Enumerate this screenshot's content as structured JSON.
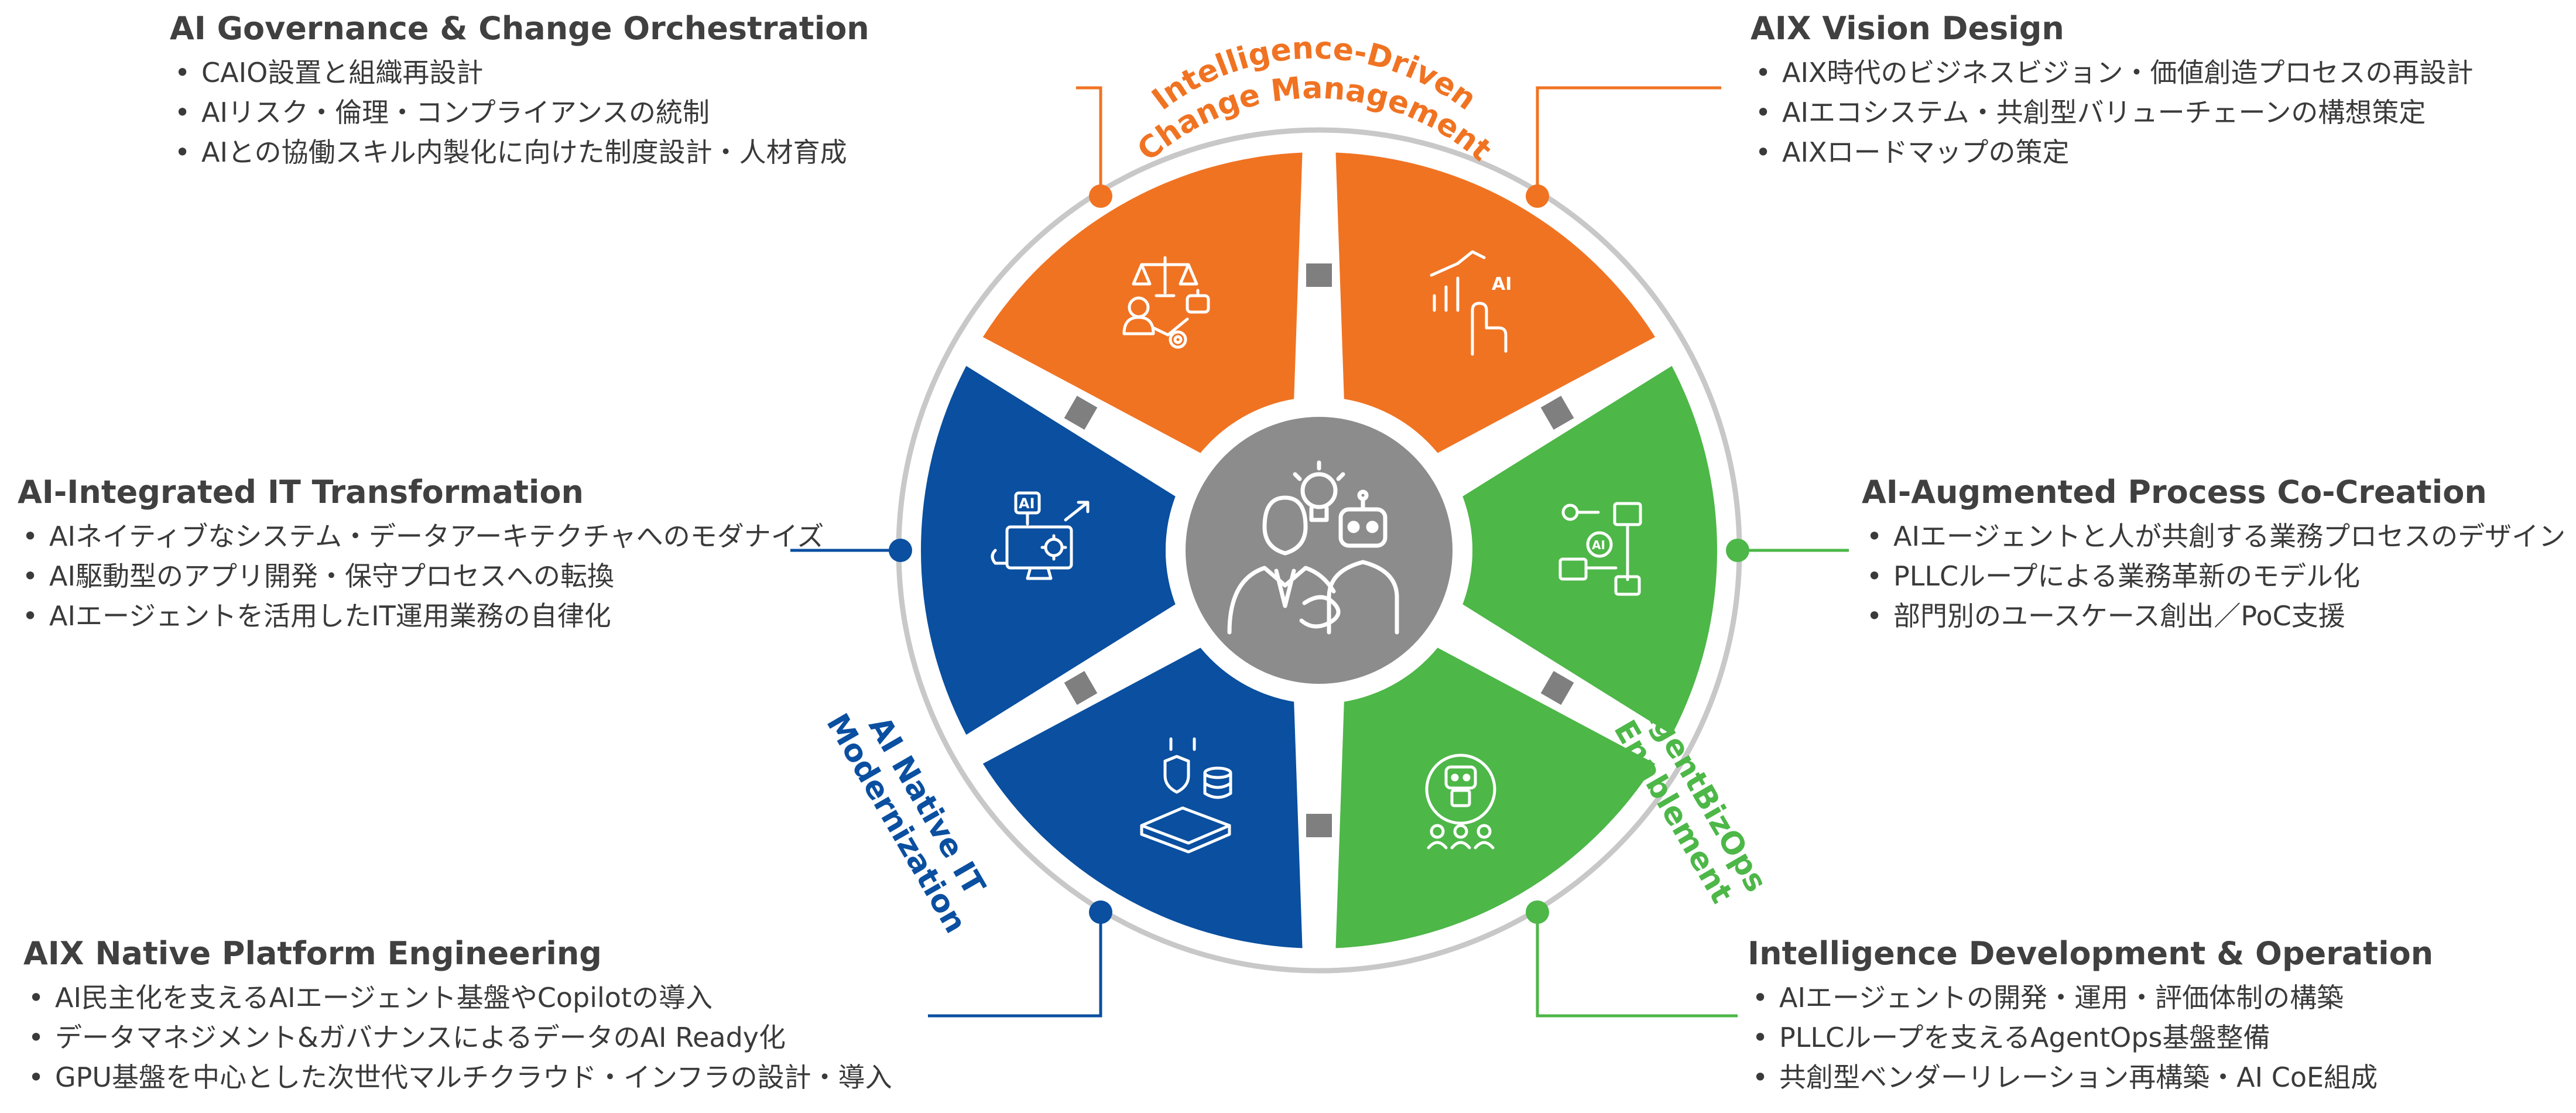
{
  "colors": {
    "orange": "#f07322",
    "blue": "#0a4fa0",
    "green": "#4db748",
    "center_gray": "#8c8c8c",
    "ring_gray": "#c8c8c8",
    "connector_gray": "#7f7f7f",
    "text": "#404040"
  },
  "quadrant_labels": {
    "top": [
      "Intelligence-Driven",
      "Change Management"
    ],
    "left": [
      "AI Native IT",
      "Modernization"
    ],
    "right": [
      "AgentBizOps",
      "Enablement"
    ]
  },
  "icons": {
    "segment_top_left": "governance-scales-robot-icon",
    "segment_top_right": "ai-growth-chart-hand-icon",
    "segment_right_upper": "ai-process-flow-icon",
    "segment_right_lower": "robot-team-icon",
    "segment_left_lower": "secure-platform-database-icon",
    "segment_left_upper": "ai-monitor-gears-icon",
    "center": "human-robot-handshake-icon",
    "ai_badge": "AI"
  },
  "blocks": {
    "governance": {
      "title": "AI Governance & Change Orchestration",
      "items": [
        "CAIO設置と組織再設計",
        "AIリスク・倫理・コンプライアンスの統制",
        "AIとの協働スキル内製化に向けた制度設計・人材育成"
      ]
    },
    "vision": {
      "title": "AIX Vision Design",
      "items": [
        "AIX時代のビジネスビジョン・価値創造プロセスの再設計",
        "AIエコシステム・共創型バリューチェーンの構想策定",
        "AIXロードマップの策定"
      ]
    },
    "it_transformation": {
      "title": "AI-Integrated IT Transformation",
      "items": [
        "AIネイティブなシステム・データアーキテクチャへのモダナイズ",
        "AI駆動型のアプリ開発・保守プロセスへの転換",
        "AIエージェントを活用したIT運用業務の自律化"
      ]
    },
    "process_cocreation": {
      "title": "AI-Augmented Process Co-Creation",
      "items": [
        "AIエージェントと人が共創する業務プロセスのデザイン",
        "PLLCループによる業務革新のモデル化",
        "部門別のユースケース創出／PoC支援"
      ]
    },
    "platform_engineering": {
      "title": "AIX Native Platform Engineering",
      "items": [
        "AI民主化を支えるAIエージェント基盤やCopilotの導入",
        "データマネジメント&ガバナンスによるデータのAI Ready化",
        "GPU基盤を中心とした次世代マルチクラウド・インフラの設計・導入"
      ]
    },
    "dev_operation": {
      "title": "Intelligence Development & Operation",
      "items": [
        "AIエージェントの開発・運用・評価体制の構築",
        "PLLCループを支えるAgentOps基盤整備",
        "共創型ベンダーリレーション再構築・AI CoE組成"
      ]
    }
  }
}
